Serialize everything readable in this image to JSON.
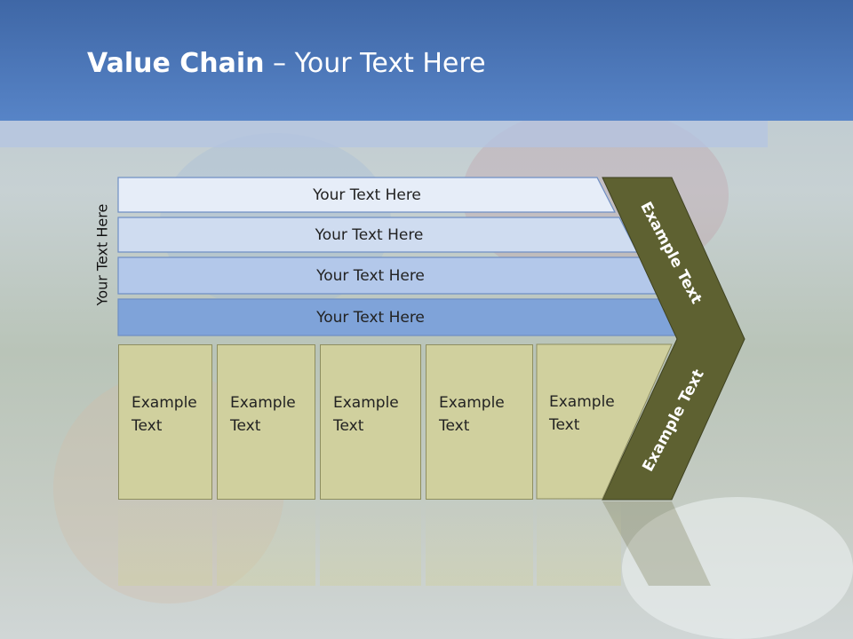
{
  "slide": {
    "title_bold": "Value Chain",
    "title_rest": " – Your Text Here",
    "side_label": "Your Text Here"
  },
  "support_rows": [
    {
      "label": "Your Text Here",
      "color": "#e6edf8"
    },
    {
      "label": "Your Text Here",
      "color": "#cfdcf0"
    },
    {
      "label": "Your Text Here",
      "color": "#b3c8ea"
    },
    {
      "label": "Your Text Here",
      "color": "#7fa3d9"
    }
  ],
  "primary_boxes": [
    {
      "line1": "Example",
      "line2": "Text"
    },
    {
      "line1": "Example",
      "line2": "Text"
    },
    {
      "line1": "Example",
      "line2": "Text"
    },
    {
      "line1": "Example",
      "line2": "Text"
    },
    {
      "line1": "Example",
      "line2": "Text"
    }
  ],
  "arrow": {
    "upper_text": "Example Text",
    "lower_text": "Example Text",
    "color": "#5e6131"
  },
  "colors": {
    "title_bar": "#4a74b8",
    "box_fill": "#d0d09e"
  }
}
